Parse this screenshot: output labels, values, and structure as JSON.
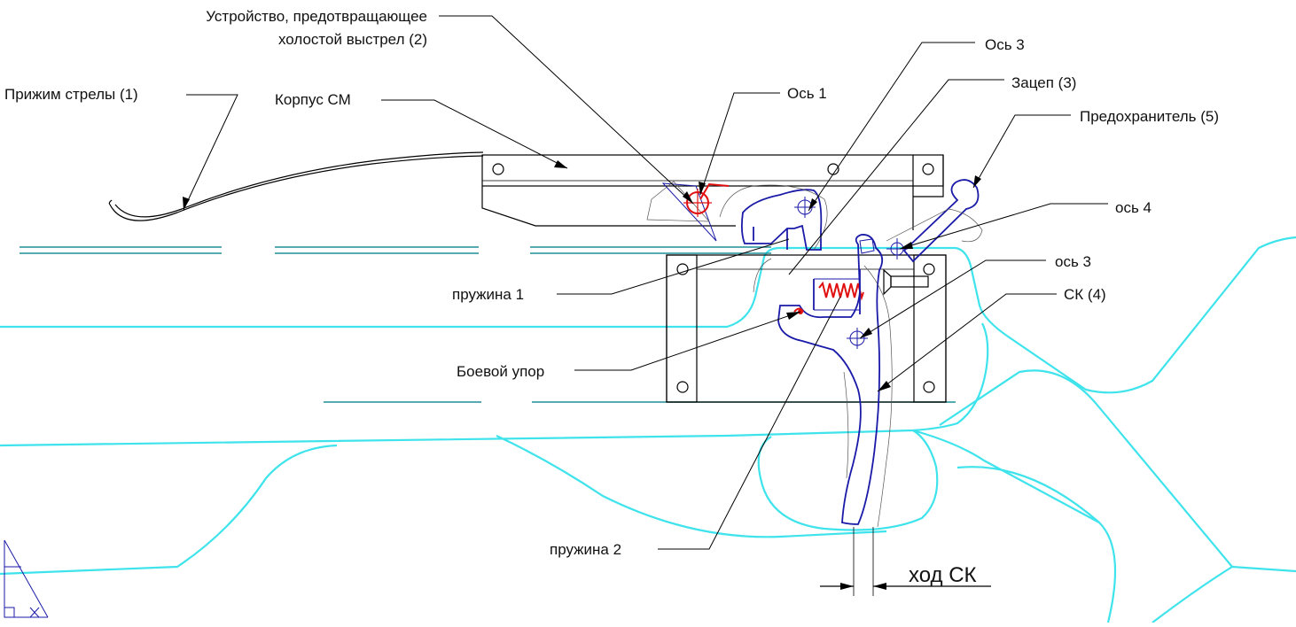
{
  "labels": {
    "device_line1": "Устройство, предотвращающее",
    "device_line2": "холостой выстрел (2)",
    "arrow_clamp": "Прижим стрелы (1)",
    "housing": "Корпус СМ",
    "axis1": "Ось 1",
    "axis3_top": "Ось 3",
    "sear": "Зацеп (3)",
    "safety": "Предохранитель (5)",
    "axis4": "ось 4",
    "axis3_right": "ось 3",
    "trigger": "СК (4)",
    "spring1": "пружина 1",
    "combat_stop": "Боевой упор",
    "spring2": "пружина 2",
    "trigger_travel": "ход СК"
  },
  "colors": {
    "stock_outline": "#3ee3ec",
    "mechanism": "#1a1aa8",
    "spring_highlight": "#e01010",
    "drawing": "#000000"
  }
}
